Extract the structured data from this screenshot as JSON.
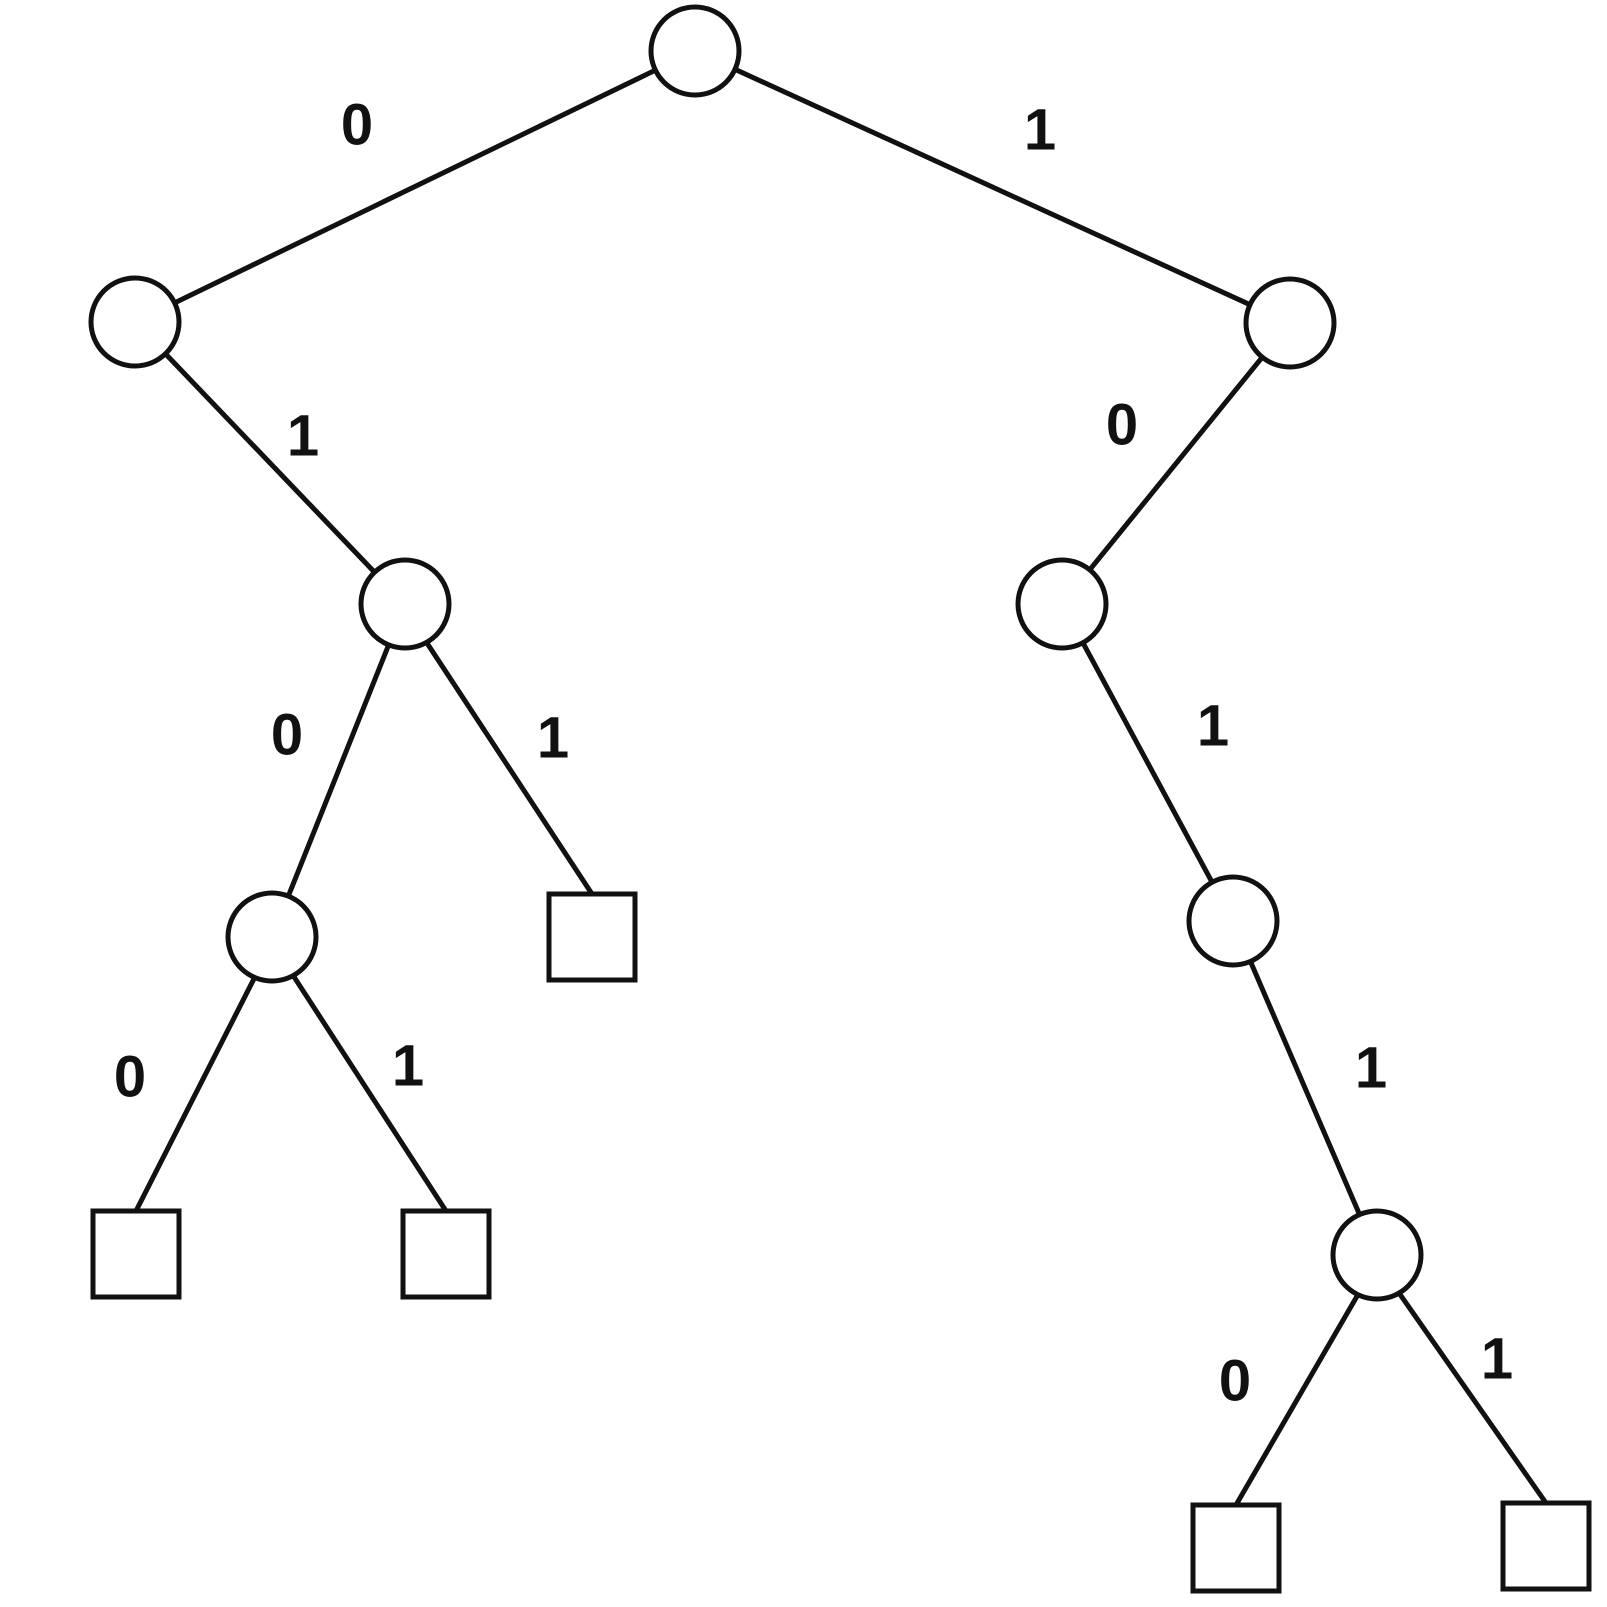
{
  "diagram": {
    "type": "binary-trie",
    "colors": {
      "stroke": "#111111",
      "fill": "#ffffff",
      "background": "#ffffff"
    },
    "nodes": [
      {
        "id": "root",
        "kind": "internal"
      },
      {
        "id": "n0",
        "kind": "internal"
      },
      {
        "id": "n1",
        "kind": "internal"
      },
      {
        "id": "n01",
        "kind": "internal"
      },
      {
        "id": "n10",
        "kind": "internal"
      },
      {
        "id": "n010",
        "kind": "internal"
      },
      {
        "id": "n011",
        "kind": "leaf"
      },
      {
        "id": "n0100",
        "kind": "leaf"
      },
      {
        "id": "n0101",
        "kind": "leaf"
      },
      {
        "id": "n101",
        "kind": "internal"
      },
      {
        "id": "n1011",
        "kind": "internal"
      },
      {
        "id": "n10110",
        "kind": "leaf"
      },
      {
        "id": "n10111",
        "kind": "leaf"
      }
    ],
    "edges": [
      {
        "from": "root",
        "to": "n0",
        "label": "0"
      },
      {
        "from": "root",
        "to": "n1",
        "label": "1"
      },
      {
        "from": "n0",
        "to": "n01",
        "label": "1"
      },
      {
        "from": "n1",
        "to": "n10",
        "label": "0"
      },
      {
        "from": "n01",
        "to": "n010",
        "label": "0"
      },
      {
        "from": "n01",
        "to": "n011",
        "label": "1"
      },
      {
        "from": "n010",
        "to": "n0100",
        "label": "0"
      },
      {
        "from": "n010",
        "to": "n0101",
        "label": "1"
      },
      {
        "from": "n10",
        "to": "n101",
        "label": "1"
      },
      {
        "from": "n101",
        "to": "n1011",
        "label": "1"
      },
      {
        "from": "n1011",
        "to": "n10110",
        "label": "0"
      },
      {
        "from": "n1011",
        "to": "n10111",
        "label": "1"
      }
    ]
  }
}
